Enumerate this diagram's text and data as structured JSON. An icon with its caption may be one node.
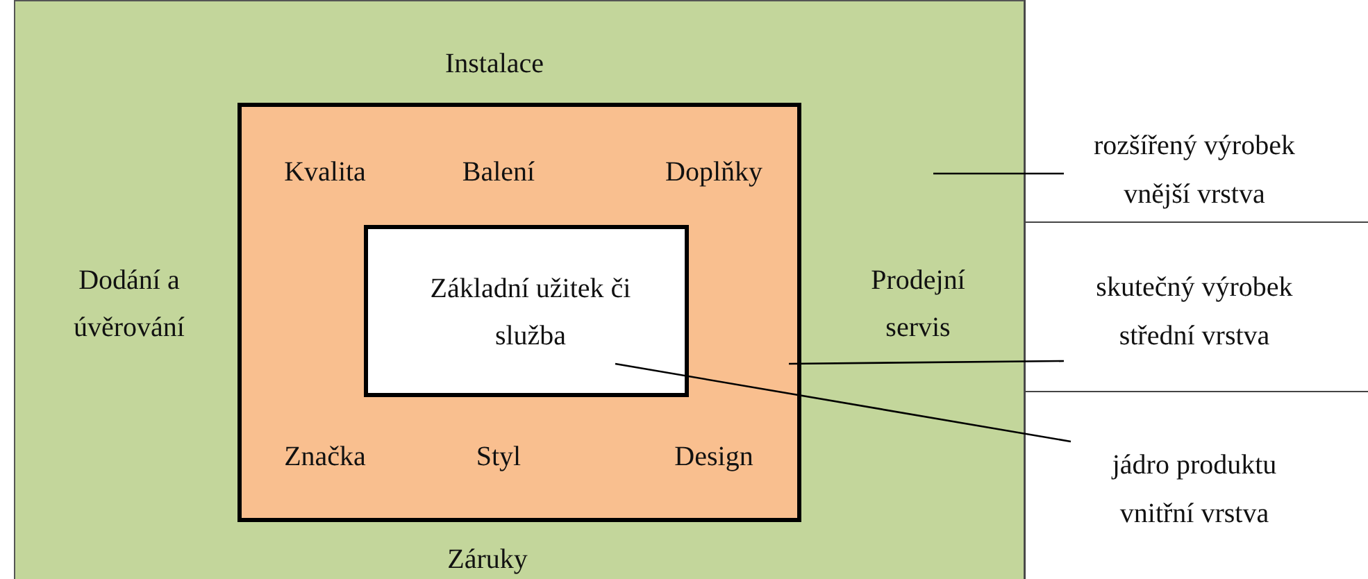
{
  "diagram": {
    "nodes": [
      {
        "text": [
          "Instalace",
          "Dodání a úvěrování",
          "Prodejní servis",
          "Záruky"
        ]
      },
      {
        "text": [
          "Kvalita",
          "Balení",
          "Doplňky",
          "Značka",
          "Styl",
          "Design"
        ],
        "in": 0
      },
      {
        "text": [
          "Základní užitek či služba"
        ],
        "in": 1
      },
      {
        "text": [
          "rozšířený výrobek vnější vrstva"
        ]
      },
      {
        "text": [
          "skutečný výrobek střední vrstva"
        ]
      },
      {
        "text": [
          "jádro produktu vnitřní vrstva"
        ]
      }
    ],
    "edges": [
      {
        "from": 3,
        "to": 0,
        "arrow": "none"
      },
      {
        "from": 4,
        "to": 1,
        "arrow": "none"
      },
      {
        "from": 5,
        "to": 2,
        "arrow": "none"
      }
    ]
  }
}
